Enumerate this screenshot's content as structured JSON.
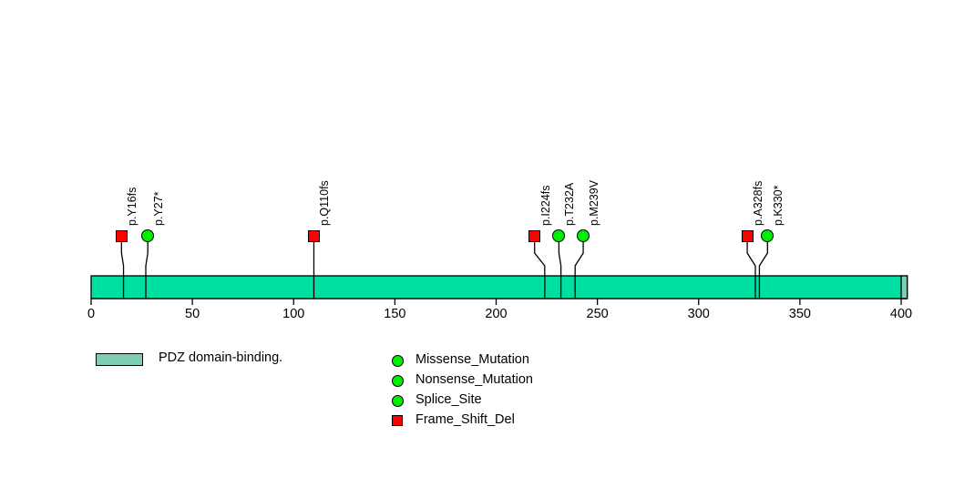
{
  "chart_data": {
    "type": "lollipop",
    "title": "",
    "xlabel": "",
    "ylabel": "",
    "xlim": [
      0,
      400
    ],
    "grid": false,
    "axis_ticks": [
      {
        "value": 0,
        "label": "0"
      },
      {
        "value": 50,
        "label": "50"
      },
      {
        "value": 100,
        "label": "100"
      },
      {
        "value": 150,
        "label": "150"
      },
      {
        "value": 200,
        "label": "200"
      },
      {
        "value": 250,
        "label": "250"
      },
      {
        "value": 300,
        "label": "300"
      },
      {
        "value": 350,
        "label": "350"
      },
      {
        "value": 400,
        "label": "400"
      }
    ],
    "protein_length": 403,
    "backbone_color": "#00DFA2",
    "domains": [
      {
        "name": "PDZ domain-binding.",
        "start": 400,
        "end": 403,
        "color": "#7FCCB5"
      }
    ],
    "mutations": [
      {
        "label": "p.Y16fs",
        "position": 16,
        "type": "Frame_Shift_Del",
        "shape": "square",
        "color": "#FF0000",
        "head_position": 15
      },
      {
        "label": "p.Y27*",
        "position": 27,
        "type": "Nonsense_Mutation",
        "shape": "circle",
        "color": "#00EE00",
        "head_position": 28
      },
      {
        "label": "p.Q110fs",
        "position": 110,
        "type": "Frame_Shift_Del",
        "shape": "square",
        "color": "#FF0000",
        "head_position": 110
      },
      {
        "label": "p.I224fs",
        "position": 224,
        "type": "Frame_Shift_Del",
        "shape": "square",
        "color": "#FF0000",
        "head_position": 219
      },
      {
        "label": "p.T232A",
        "position": 232,
        "type": "Missense_Mutation",
        "shape": "circle",
        "color": "#00EE00",
        "head_position": 231
      },
      {
        "label": "p.M239V",
        "position": 239,
        "type": "Missense_Mutation",
        "shape": "circle",
        "color": "#00EE00",
        "head_position": 243
      },
      {
        "label": "p.A328fs",
        "position": 328,
        "type": "Frame_Shift_Del",
        "shape": "square",
        "color": "#FF0000",
        "head_position": 324
      },
      {
        "label": "p.K330*",
        "position": 330,
        "type": "Nonsense_Mutation",
        "shape": "circle",
        "color": "#00EE00",
        "head_position": 334
      }
    ],
    "legend": {
      "position": "bottom",
      "domain_entries": [
        {
          "label": "PDZ domain-binding.",
          "color": "#7FCCB5",
          "shape": "rect"
        }
      ],
      "mutation_entries": [
        {
          "label": "Missense_Mutation",
          "color": "#00EE00",
          "shape": "circle"
        },
        {
          "label": "Nonsense_Mutation",
          "color": "#00EE00",
          "shape": "circle"
        },
        {
          "label": "Splice_Site",
          "color": "#00EE00",
          "shape": "circle"
        },
        {
          "label": "Frame_Shift_Del",
          "color": "#FF0000",
          "shape": "square"
        }
      ]
    }
  }
}
